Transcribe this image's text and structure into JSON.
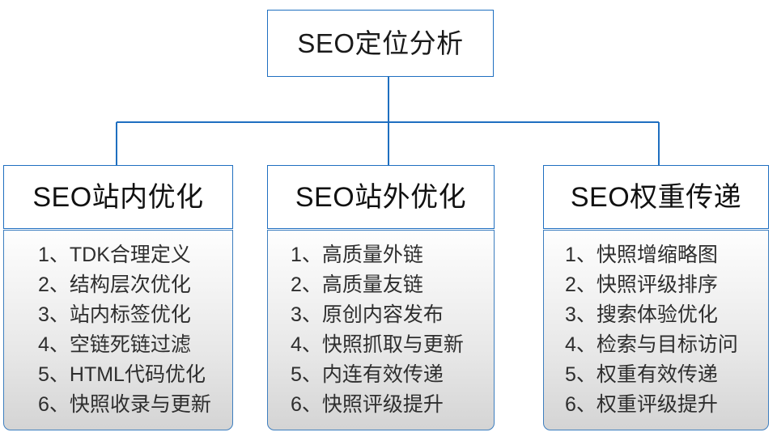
{
  "diagram": {
    "title": "SEO定位分析",
    "type": "organization-tree",
    "colors": {
      "node_border": "#1f6fc0",
      "body_border": "#3d7ebf",
      "connector": "#1f6fc0",
      "header_text": "#111111",
      "item_text": "#2e2e2e",
      "node_fill": "#ffffff",
      "body_fill_top": "#fefefe",
      "body_fill_bottom": "#d4d4d4",
      "canvas": "#ffffff"
    },
    "root": {
      "label": "SEO定位分析"
    },
    "branches": [
      {
        "header": "SEO站内优化",
        "items": [
          "1、TDK合理定义",
          "2、结构层次优化",
          "3、站内标签优化",
          "4、空链死链过滤",
          "5、HTML代码优化",
          "6、快照收录与更新"
        ]
      },
      {
        "header": "SEO站外优化",
        "items": [
          "1、高质量外链",
          "2、高质量友链",
          "3、原创内容发布",
          "4、快照抓取与更新",
          "5、内连有效传递",
          "6、快照评级提升"
        ]
      },
      {
        "header": "SEO权重传递",
        "items": [
          "1、快照增缩略图",
          "2、快照评级排序",
          "3、搜索体验优化",
          "4、检索与目标访问",
          "5、权重有效传递",
          "6、权重评级提升"
        ]
      }
    ]
  }
}
